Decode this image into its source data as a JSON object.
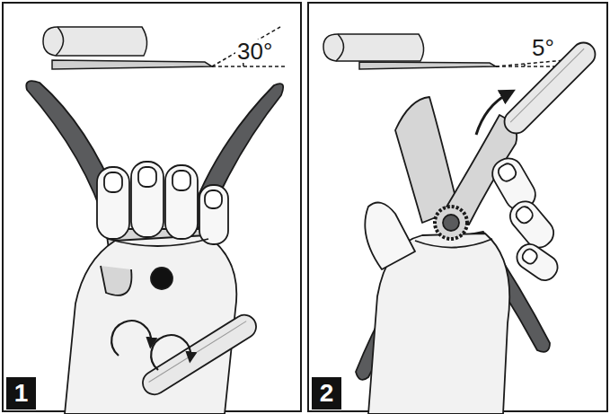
{
  "diagram": {
    "nodes": [
      {
        "text": [
          "1"
        ]
      },
      {
        "text": [
          "2"
        ]
      }
    ],
    "labels": [
      "30°",
      "5°"
    ]
  }
}
